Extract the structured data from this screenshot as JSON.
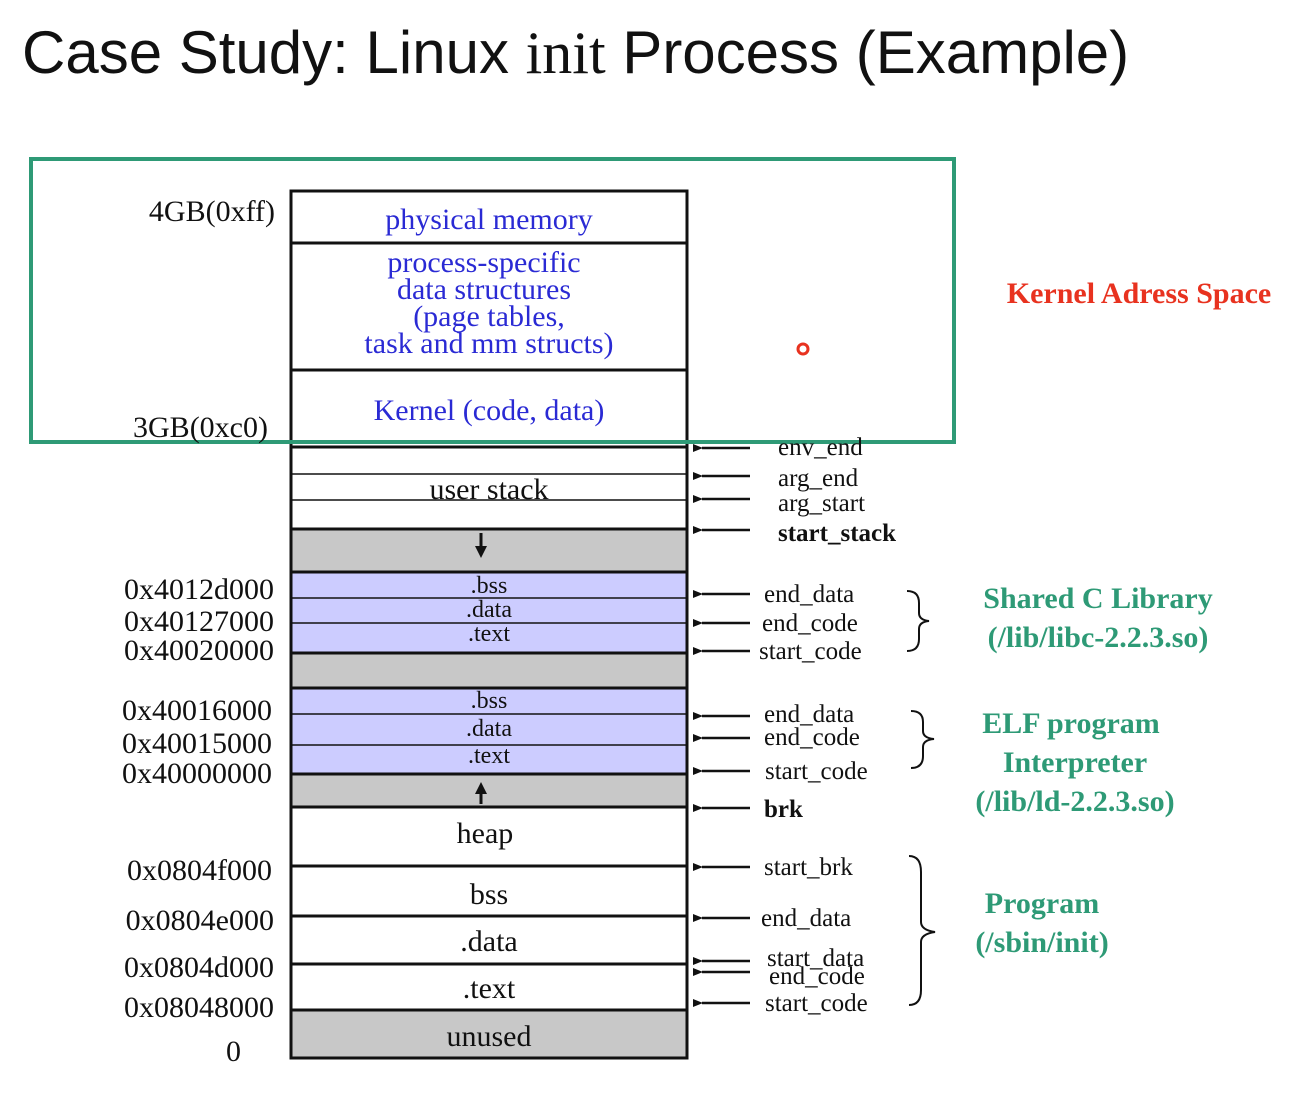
{
  "title": {
    "pre": "Case Study: Linux ",
    "mono": "init",
    "post": " Process (Example)"
  },
  "colors": {
    "kernel_box": "#2e9a76",
    "kernel_label": "#e8321f",
    "region_labels": "#2e9a76",
    "kernel_text": "#2a2ad4",
    "library_fill": "#ccccff",
    "gap_fill": "#c8c8c8"
  },
  "kernel": {
    "label": "Kernel Adress Space",
    "physical_memory": "physical memory",
    "process_specific": [
      "process-specific",
      "data structures",
      "(page tables,",
      "task and mm structs)"
    ],
    "kernel_code": "Kernel (code, data)"
  },
  "addresses": {
    "a4gb": "4GB(0xff)",
    "a3gb": "3GB(0xc0)",
    "libc_bss": "0x4012d000",
    "libc_data": "0x40127000",
    "libc_text": "0x40020000",
    "ld_bss": "0x40016000",
    "ld_data": "0x40015000",
    "ld_text": "0x40000000",
    "prog_bss": "0x0804f000",
    "prog_data": "0x0804e000",
    "prog_text": "0x0804d000",
    "prog_base": "0x08048000",
    "zero": "0"
  },
  "segments": {
    "user_stack": "user stack",
    "bss": ".bss",
    "data": ".data",
    "text": ".text",
    "heap": "heap",
    "prog_bss": "bss",
    "prog_data": ".data",
    "prog_text": ".text",
    "unused": "unused"
  },
  "pointers": {
    "env_end": "env_end",
    "arg_end": "arg_end",
    "arg_start": "arg_start",
    "start_stack": "start_stack",
    "end_data": "end_data",
    "end_code": "end_code",
    "start_code": "start_code",
    "brk": "brk",
    "start_brk": "start_brk",
    "start_data": "start_data"
  },
  "regions": {
    "libc": [
      "Shared C Library",
      "(/lib/libc-2.2.3.so)"
    ],
    "ld": [
      "ELF program",
      "Interpreter",
      "(/lib/ld-2.2.3.so)"
    ],
    "program": [
      "Program",
      "(/sbin/init)"
    ]
  }
}
